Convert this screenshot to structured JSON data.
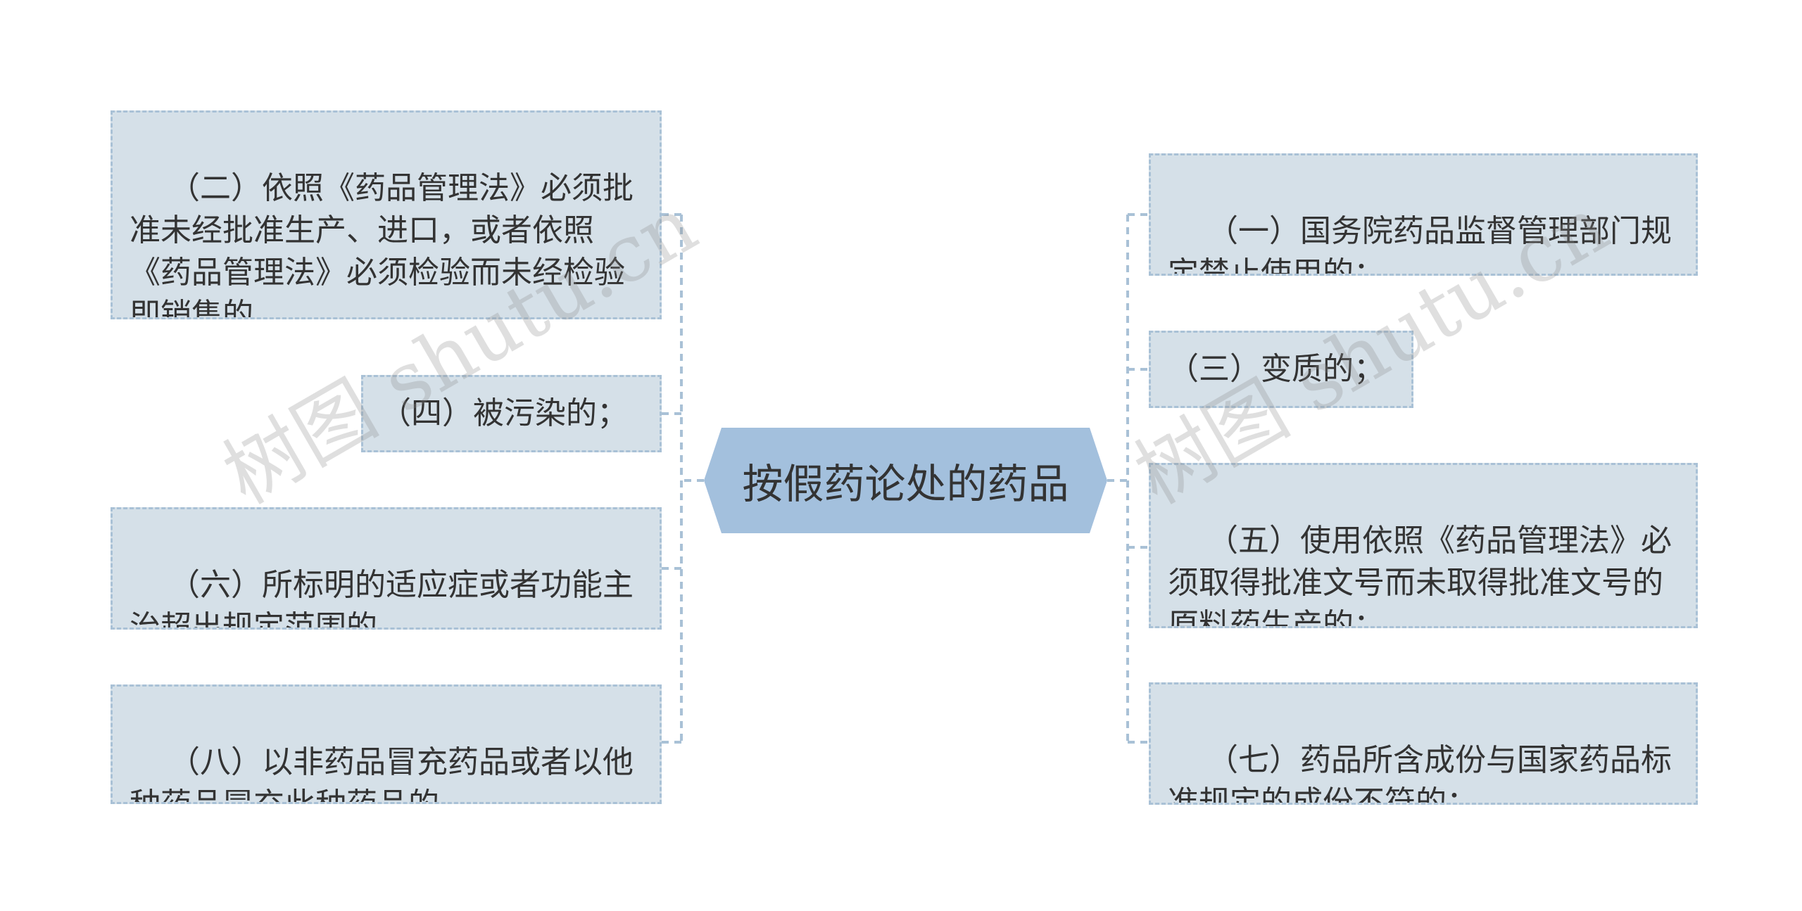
{
  "root": {
    "label": "按假药论处的药品"
  },
  "left_nodes": [
    {
      "label": "（二）依照《药品管理法》必须批准未经批准生产、进口，或者依照《药品管理法》必须检验而未经检验即销售的。"
    },
    {
      "label": "（四）被污染的；"
    },
    {
      "label": "（六）所标明的适应症或者功能主治超出规定范围的。"
    },
    {
      "label": "（八）以非药品冒充药品或者以他种药品冒充此种药品的。"
    }
  ],
  "right_nodes": [
    {
      "label": "（一）国务院药品监督管理部门规定禁止使用的；"
    },
    {
      "label": "（三）变质的；"
    },
    {
      "label": "（五）使用依照《药品管理法》必须取得批准文号而未取得批准文号的原料药生产的；"
    },
    {
      "label": "（七）药品所含成份与国家药品标准规定的成份不符的；"
    }
  ],
  "watermark": {
    "text": "树图 shutu.cn"
  },
  "colors": {
    "node_fill": "#d5e0e8",
    "node_border": "#a9c1d6",
    "root_fill": "#a3c0dd",
    "text": "#333333"
  }
}
